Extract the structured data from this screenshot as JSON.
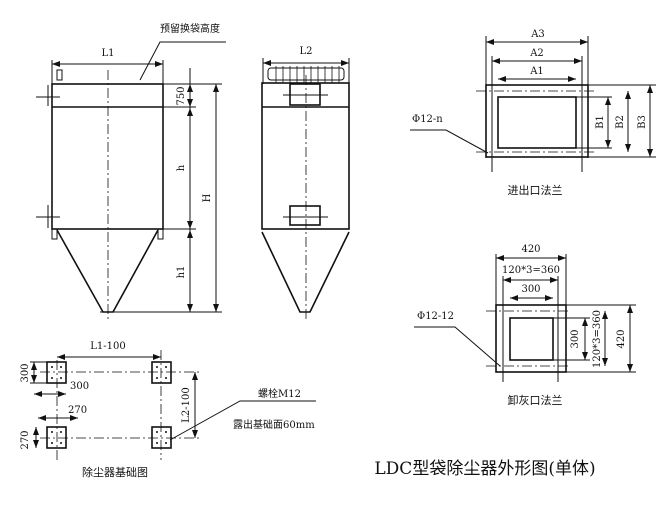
{
  "front_view": {
    "width_label": "L1",
    "note": "预留换袋高度",
    "dim_top": "750",
    "dim_body": "h",
    "dim_hopper": "h1",
    "dim_total": "H"
  },
  "side_view": {
    "width_label": "L2"
  },
  "inlet_flange": {
    "a3": "A3",
    "a2": "A2",
    "a1": "A1",
    "b1": "B1",
    "b2": "B2",
    "b3": "B3",
    "bolt": "Φ12-n",
    "caption": "进出口法兰"
  },
  "ash_flange": {
    "outer": "420",
    "pitch": "120*3=360",
    "inner": "300",
    "v_inner": "300",
    "v_pitch": "120*3=360",
    "v_outer": "420",
    "bolt": "Φ12-12",
    "caption": "卸灰口法兰"
  },
  "foundation": {
    "span_x": "L1-100",
    "span_y": "L2-100",
    "plate_top_h": "300",
    "plate_top_w": "300",
    "plate_bot_w": "270",
    "plate_bot_h": "270",
    "bolt": "螺栓M12",
    "bolt_note": "露出基础面60mm",
    "caption": "除尘器基础图"
  },
  "title": "LDC型袋除尘器外形图(单体)"
}
